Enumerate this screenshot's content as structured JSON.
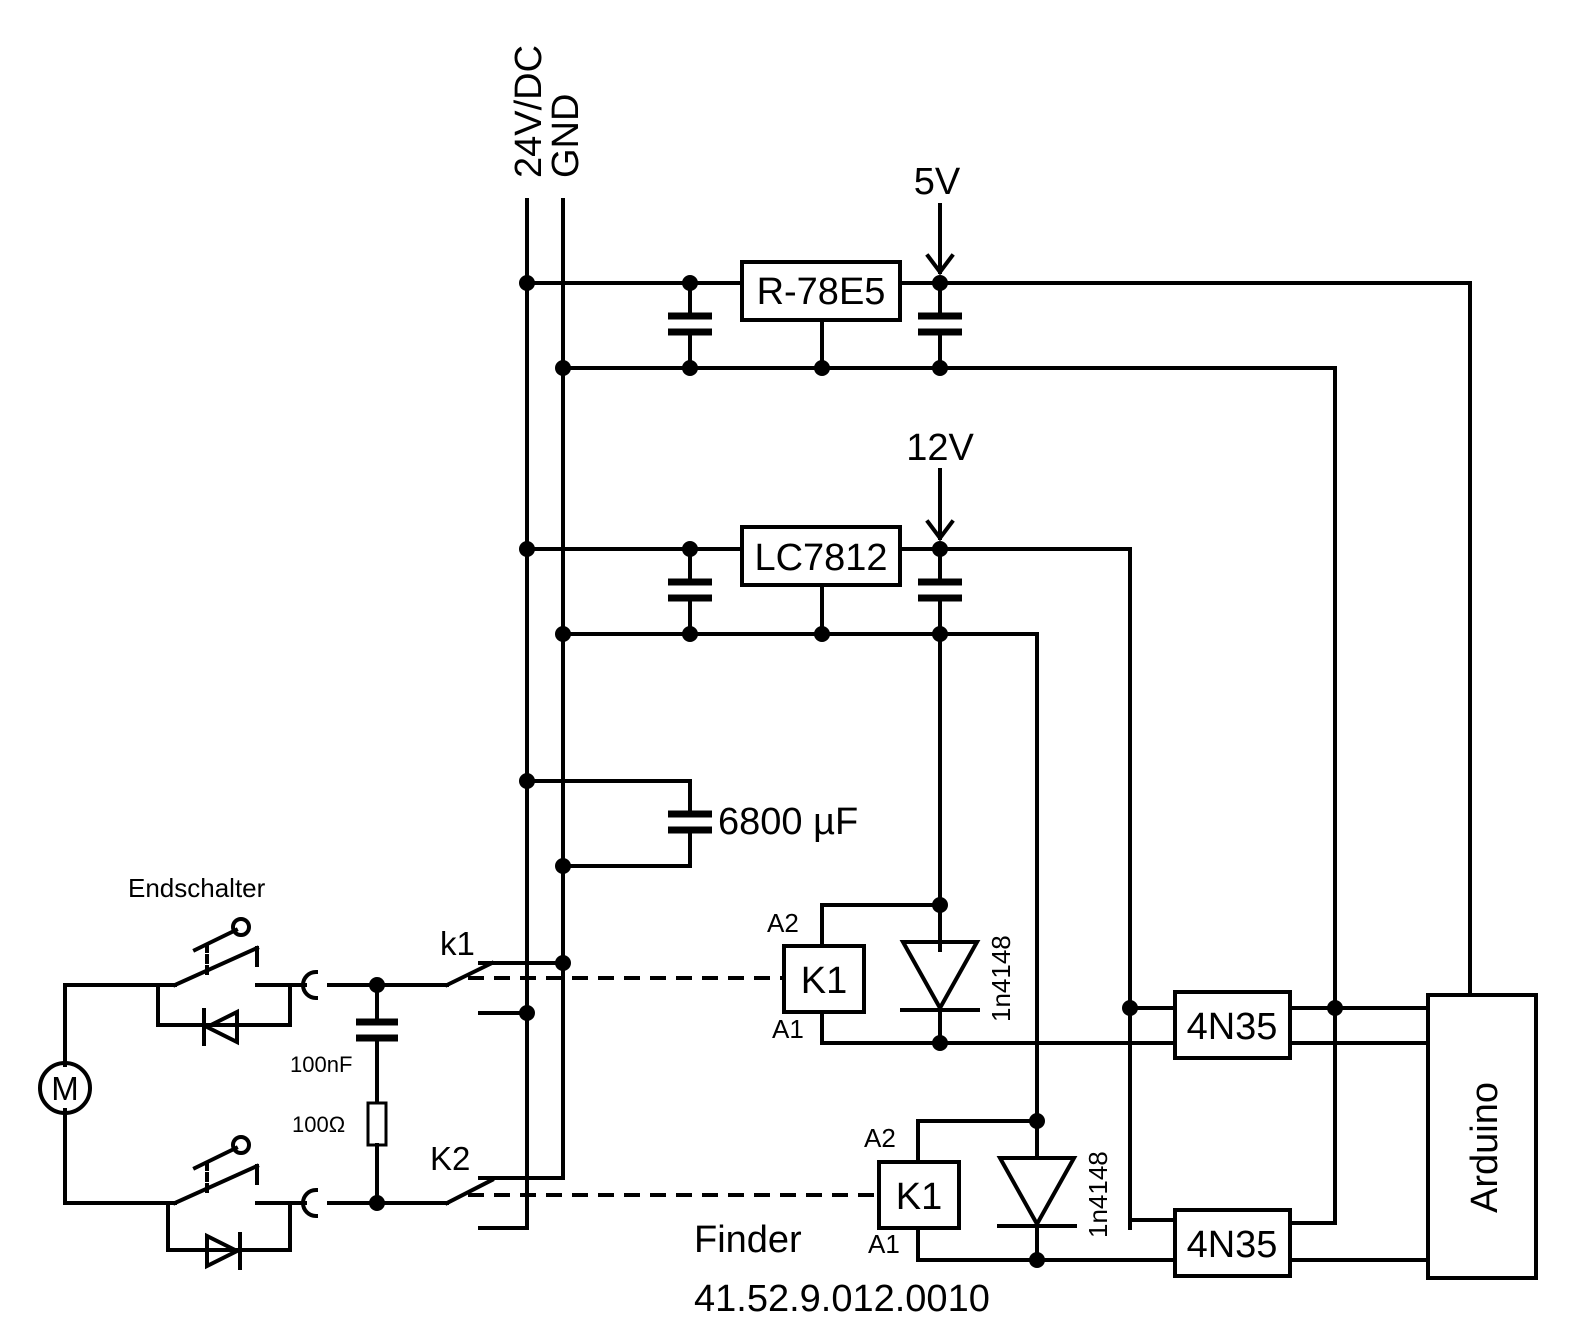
{
  "rails": {
    "supply": "24V/DC",
    "ground": "GND"
  },
  "regulators": {
    "r1": {
      "name": "R-78E5",
      "output": "5V"
    },
    "r2": {
      "name": "LC7812",
      "output": "12V"
    }
  },
  "bulk_capacitor": "6800 µF",
  "snubber": {
    "capacitor": "100nF",
    "resistor": "100Ω"
  },
  "limit_switch_label": "Endschalter",
  "motor_symbol": "M",
  "contacts": {
    "c1": "k1",
    "c2": "K2"
  },
  "relays": {
    "relay1": {
      "coil": "K1",
      "pin_top": "A2",
      "pin_bottom": "A1",
      "diode": "1n4148"
    },
    "relay2": {
      "coil": "K1",
      "pin_top": "A2",
      "pin_bottom": "A1",
      "diode": "1n4148"
    }
  },
  "relay_part": {
    "maker": "Finder",
    "number": "41.52.9.012.0010"
  },
  "optocouplers": {
    "o1": "4N35",
    "o2": "4N35"
  },
  "controller": "Arduino"
}
